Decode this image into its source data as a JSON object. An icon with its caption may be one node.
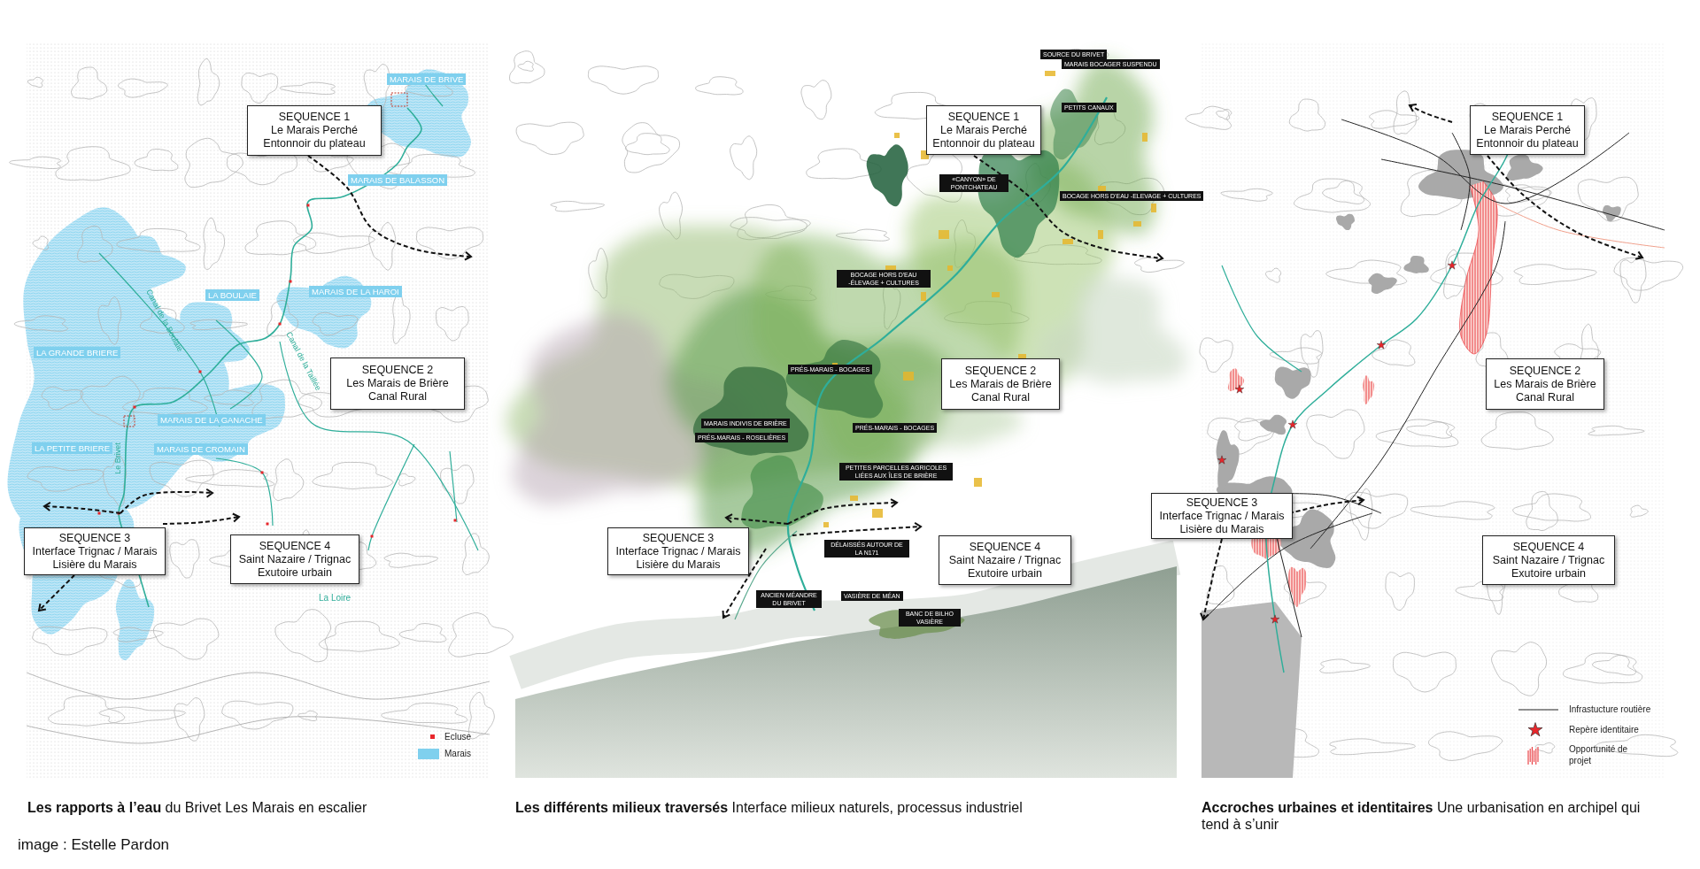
{
  "diagram": {
    "nodes": [
      {
        "text": [
          "SEQUENCE 1",
          "Le Marais Perché",
          "Entonnoir du plateau"
        ]
      },
      {
        "text": [
          "SEQUENCE 2",
          "Les Marais de Brière",
          "Canal Rural"
        ]
      },
      {
        "text": [
          "SEQUENCE 3",
          "Interface Trignac / Marais",
          "Lisière du Marais"
        ]
      },
      {
        "text": [
          "SEQUENCE 4",
          "Saint Nazaire / Trignac",
          "Exutoire urbain"
        ]
      },
      {
        "text": [
          "SEQUENCE 1",
          "Le Marais Perché",
          "Entonnoir du plateau"
        ]
      },
      {
        "text": [
          "SEQUENCE 2",
          "Les Marais de Brière",
          "Canal Rural"
        ]
      },
      {
        "text": [
          "SEQUENCE 3",
          "Interface Trignac / Marais",
          "Lisière du Marais"
        ]
      },
      {
        "text": [
          "SEQUENCE 4",
          "Saint Nazaire / Trignac",
          "Exutoire urbain"
        ]
      },
      {
        "text": [
          "SEQUENCE 1",
          "Le Marais Perché",
          "Entonnoir du plateau"
        ]
      },
      {
        "text": [
          "SEQUENCE 2",
          "Les Marais de Brière",
          "Canal Rural"
        ]
      },
      {
        "text": [
          "SEQUENCE 3",
          "Interface Trignac / Marais",
          "Lisière du Marais"
        ]
      },
      {
        "text": [
          "SEQUENCE 4",
          "Saint Nazaire / Trignac",
          "Exutoire urbain"
        ]
      }
    ],
    "labels": [
      "MARAIS DE BRIVE",
      "MARAIS DE BALASSON",
      "LA BOULAIE",
      "MARAIS DE LA HAROI",
      "LA GRANDE BRIERE",
      "Canal de la Boulaie",
      "Canal de la Taillée",
      "MARAIS DE LA GANACHE",
      "LA PETITE BRIERE",
      "MARAIS DE CROMAIN",
      "Le Brivet",
      "La Loire",
      "SOURCE DU BRIVET",
      "MARAIS BOCAGER SUSPENDU",
      "PETITS CANAUX",
      "«CANYON» DE PONTCHATEAU",
      "BOCAGE HORS D'EAU -ELEVAGE + CULTURES",
      "BOCAGE HORS D'EAU -ÉLEVAGE + CULTURES",
      "PRÉS-MARAIS - BOCAGES",
      "MARAIS INDIVIS DE BRIÈRE",
      "PRÉS-MARAIS - ROSELIÈRES",
      "PRÉS-MARAIS - BOCAGES",
      "PETITES PARCELLES AGRICOLES LIÉES AUX ÎLES DE BRIÈRE",
      "DÉLAISSÉS AUTOUR DE LA N171",
      "ANCIEN MÉANDRE DU BRIVET",
      "VASIÈRE DE MÉAN",
      "BANC DE BILHO VASIÈRE",
      "**Les rapports à l’eau** du Brivet Les Marais en escalier",
      "**Les différents milieux traversés** Interface milieux naturels, processus industriel",
      "**Accroches urbaines et identitaires** Une urbanisation en archipel qui tend à s’unir",
      "image : Estelle Pardon"
    ],
    "legend": [
      {
        "text": "Ecluse",
        "color": "#e8262b"
      },
      {
        "text": "Marais",
        "color": "#7fd0ee"
      },
      {
        "text": "Infrastucture routière"
      },
      {
        "text": "Repère identitaire"
      },
      {
        "text": "Opportunité de projet"
      }
    ]
  }
}
